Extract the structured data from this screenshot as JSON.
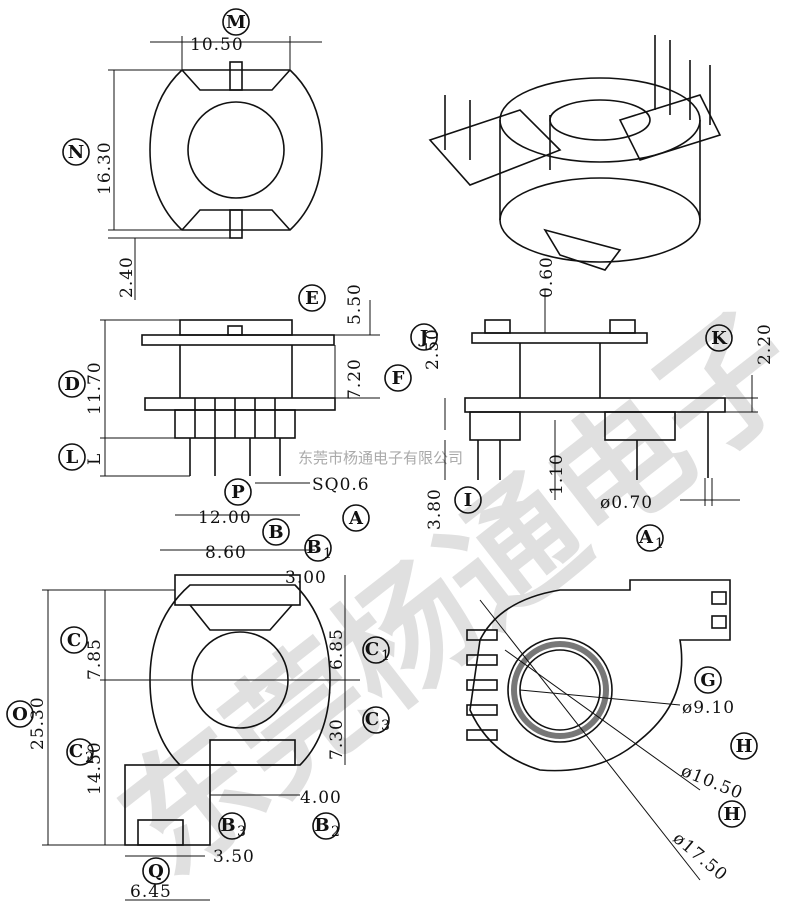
{
  "watermark": {
    "brand": "东莞杨通电子",
    "company": "东莞市杨通电子有限公司"
  },
  "callouts": [
    {
      "key": "M",
      "text": "M"
    },
    {
      "key": "N",
      "text": "N"
    },
    {
      "key": "E",
      "text": "E"
    },
    {
      "key": "D",
      "text": "D"
    },
    {
      "key": "F",
      "text": "F"
    },
    {
      "key": "L",
      "text": "L"
    },
    {
      "key": "P",
      "text": "P"
    },
    {
      "key": "J",
      "text": "J"
    },
    {
      "key": "K",
      "text": "K"
    },
    {
      "key": "I",
      "text": "I"
    },
    {
      "key": "A",
      "text": "A"
    },
    {
      "key": "B",
      "text": "B"
    },
    {
      "key": "B1",
      "text": "B",
      "sub": "1"
    },
    {
      "key": "C",
      "text": "C"
    },
    {
      "key": "C1",
      "text": "C",
      "sub": "1"
    },
    {
      "key": "C2",
      "text": "C",
      "sub": "2"
    },
    {
      "key": "C3",
      "text": "C",
      "sub": "3"
    },
    {
      "key": "O",
      "text": "O"
    },
    {
      "key": "B3",
      "text": "B",
      "sub": "3"
    },
    {
      "key": "B2",
      "text": "B",
      "sub": "2"
    },
    {
      "key": "Q",
      "text": "Q"
    },
    {
      "key": "A1",
      "text": "A",
      "sub": "1"
    },
    {
      "key": "G",
      "text": "G"
    },
    {
      "key": "H1",
      "text": "H"
    },
    {
      "key": "H2",
      "text": "H"
    }
  ],
  "dimensions": [
    {
      "key": "top_width",
      "text": "10.50"
    },
    {
      "key": "top_height",
      "text": "16.30"
    },
    {
      "key": "top_2_40",
      "text": "2.40"
    },
    {
      "key": "e_5_50",
      "text": "5.50"
    },
    {
      "key": "d_11_70",
      "text": "11.70"
    },
    {
      "key": "f_7_20",
      "text": "7.20"
    },
    {
      "key": "l_L",
      "text": "L"
    },
    {
      "key": "pin_sq",
      "text": "SQ0.6"
    },
    {
      "key": "j_2_50",
      "text": "2.50"
    },
    {
      "key": "mid_0_60",
      "text": "0.60"
    },
    {
      "key": "k_2_20",
      "text": "2.20"
    },
    {
      "key": "mid_1_10",
      "text": "1.10"
    },
    {
      "key": "i_3_80",
      "text": "3.80"
    },
    {
      "key": "pin_dia",
      "text": "ø0.70"
    },
    {
      "key": "b_12_00",
      "text": "12.00"
    },
    {
      "key": "b1_8_60",
      "text": "8.60"
    },
    {
      "key": "v_3_00",
      "text": "3.00"
    },
    {
      "key": "c_7_85",
      "text": "7.85"
    },
    {
      "key": "c1_6_85",
      "text": "6.85"
    },
    {
      "key": "o_25_30",
      "text": "25.30"
    },
    {
      "key": "c3_7_30",
      "text": "7.30"
    },
    {
      "key": "c2_14_50",
      "text": "14.50"
    },
    {
      "key": "b2_4_00",
      "text": "4.00"
    },
    {
      "key": "q_3_50",
      "text": "3.50"
    },
    {
      "key": "w_6_45",
      "text": "6.45"
    },
    {
      "key": "g_9_10",
      "text": "ø9.10"
    },
    {
      "key": "h_10_50",
      "text": "ø10.50"
    },
    {
      "key": "h_17_50",
      "text": "ø17.50"
    }
  ]
}
